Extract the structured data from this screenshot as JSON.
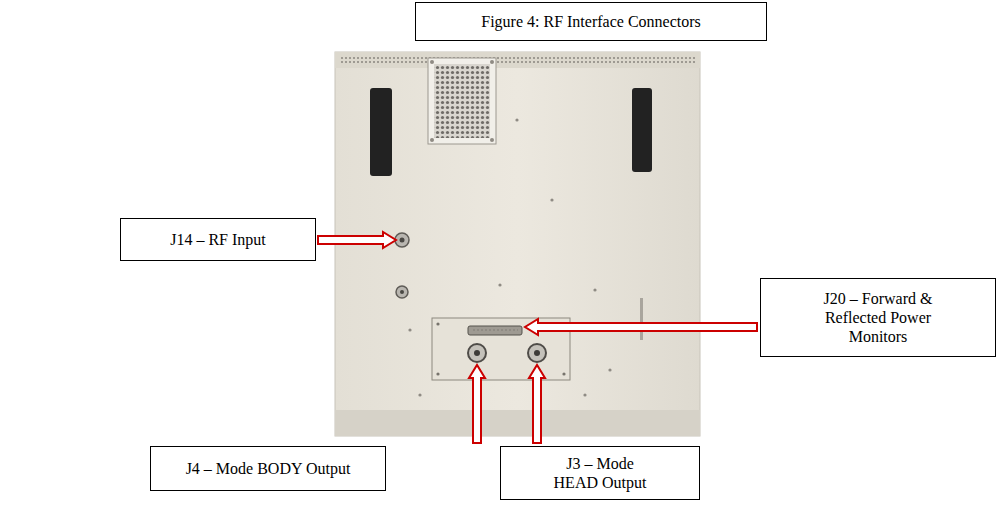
{
  "diagram": {
    "title": "Figure 4: RF Interface Connectors",
    "nodes": [
      {
        "text": [
          "J14 – RF Input"
        ]
      },
      {
        "text": [
          "J20 – Forward & Reflected Power Monitors"
        ]
      },
      {
        "text": [
          "J4 – Mode BODY Output"
        ]
      },
      {
        "text": [
          "J3 – Mode HEAD Output"
        ]
      }
    ]
  }
}
